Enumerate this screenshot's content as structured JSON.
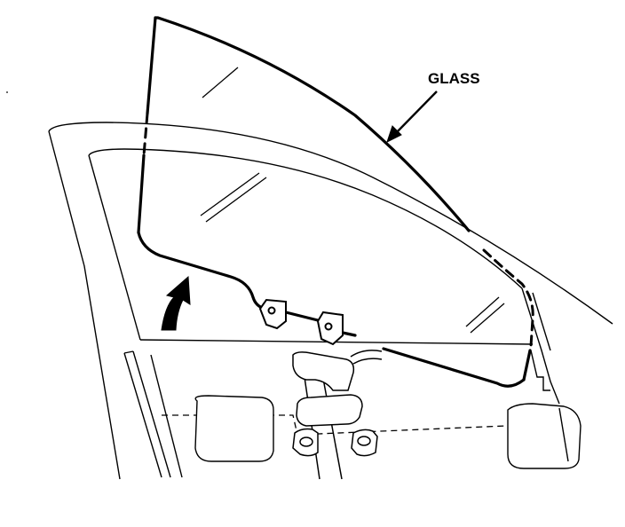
{
  "diagram": {
    "labels": {
      "glass": "GLASS"
    },
    "colors": {
      "ink": "#000000",
      "paper": "#ffffff"
    },
    "parts": [
      "door-frame",
      "door-glass",
      "glass-mounting-brackets",
      "window-regulator",
      "door-panel-cutouts",
      "lift-direction-arrow"
    ]
  }
}
